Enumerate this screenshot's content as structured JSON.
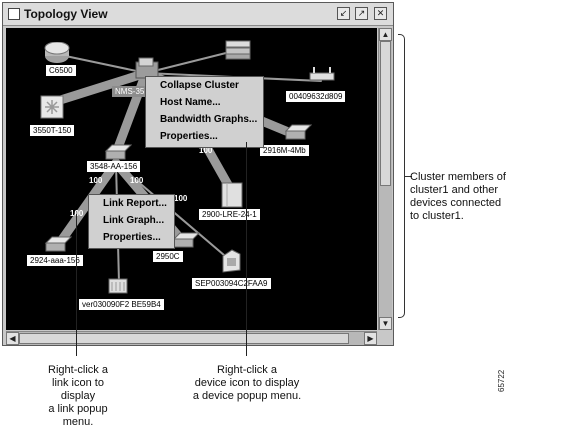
{
  "window": {
    "title": "Topology View",
    "icons": [
      "window-icon",
      "restore-icon",
      "maximize-icon",
      "close-icon"
    ]
  },
  "devices": {
    "c6500": "C6500",
    "nms": "NMS-35",
    "sw3550": "3550T-150",
    "mac": "00409632d809",
    "sw2916": "2916M-4Mb",
    "sw3548": "3548-AA-156",
    "lre": "2900-LRE-24-1",
    "sw2924": "2924-aaa-156",
    "sw2950": "2950C",
    "sep": "SEP003094C2FAA9",
    "ver": "ver030090F2 BE59B4"
  },
  "link_badges": [
    "100",
    "100",
    "100",
    "100",
    "100"
  ],
  "device_menu": {
    "items": [
      "Collapse Cluster",
      "Host Name...",
      "Bandwidth Graphs...",
      "Properties..."
    ]
  },
  "link_menu": {
    "items": [
      "Link Report...",
      "Link Graph...",
      "Properties..."
    ]
  },
  "annotations": {
    "cluster_note": [
      "Cluster members of",
      "cluster1 and other",
      "devices connected",
      "to cluster1."
    ],
    "link_note": [
      "Right-click a",
      "link icon to display",
      "a link popup menu."
    ],
    "device_note": [
      "Right-click a",
      "device icon to display",
      "a device popup menu."
    ],
    "figure_id": "65722"
  }
}
